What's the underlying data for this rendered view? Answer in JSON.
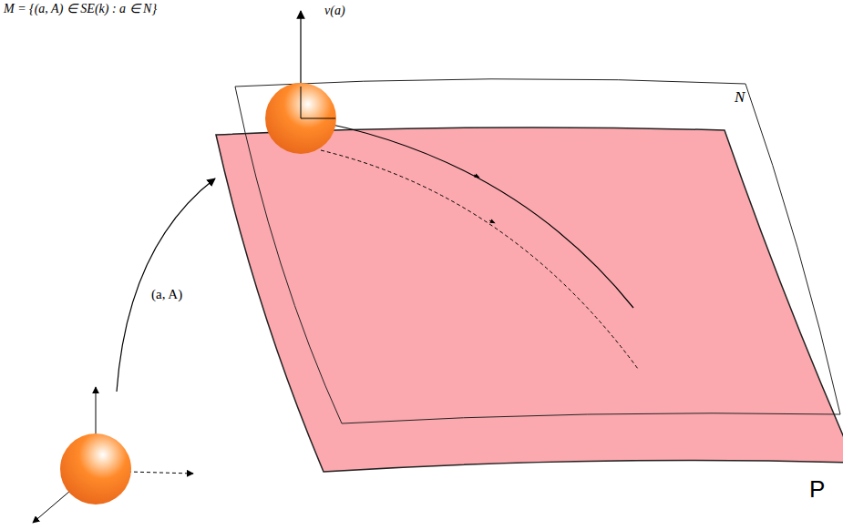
{
  "diagram": {
    "labels": [
      "M = {(a, A) ∈ SE(k) : a ∈ N}",
      "ν(a)",
      "N",
      "(a, A)",
      "P"
    ]
  }
}
